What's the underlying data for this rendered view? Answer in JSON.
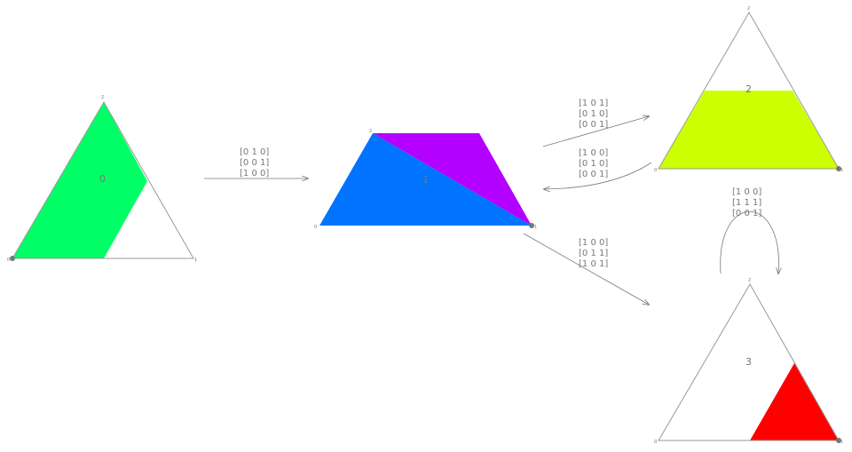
{
  "colors": {
    "region0": "#00ff66",
    "region1a": "#0073ff",
    "region1b": "#b300ff",
    "region2": "#ccff00",
    "region3": "#ff0000",
    "edge": "#999999",
    "text": "#777777"
  },
  "regions": [
    {
      "id": "0",
      "vertices": [
        "0",
        "1",
        "2"
      ]
    },
    {
      "id": "1",
      "vertices": [
        "0",
        "1",
        "2"
      ]
    },
    {
      "id": "2",
      "vertices": [
        "0",
        "1",
        "2"
      ]
    },
    {
      "id": "3",
      "vertices": [
        "0",
        "1",
        "2"
      ]
    }
  ],
  "arrows": [
    {
      "from": "0",
      "to": "1",
      "matrix": [
        "[0 1 0]",
        "[0 0 1]",
        "[1 0 0]"
      ]
    },
    {
      "from": "1",
      "to": "2",
      "matrix": [
        "[1 0 1]",
        "[0 1 0]",
        "[0 0 1]"
      ]
    },
    {
      "from": "2",
      "to": "1",
      "matrix": [
        "[1 0 0]",
        "[0 1 0]",
        "[0 0 1]"
      ]
    },
    {
      "from": "1",
      "to": "3",
      "matrix": [
        "[1 0 0]",
        "[0 1 1]",
        "[1 0 1]"
      ]
    },
    {
      "from": "3",
      "to": "3",
      "matrix": [
        "[1 0 0]",
        "[1 1 1]",
        "[0 0 1]"
      ]
    }
  ]
}
